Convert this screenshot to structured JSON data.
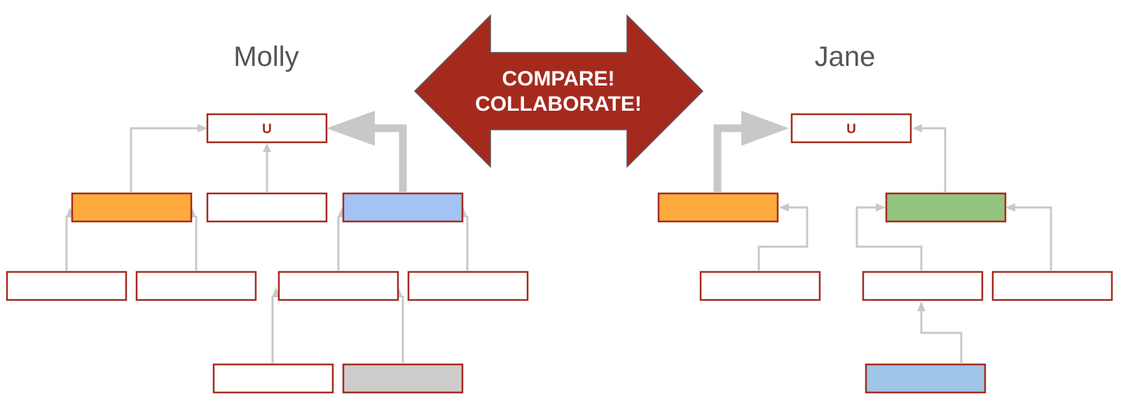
{
  "banner": {
    "line1": "COMPARE!",
    "line2": "COLLABORATE!"
  },
  "molly": {
    "name": "Molly",
    "root_label": "U"
  },
  "jane": {
    "name": "Jane",
    "root_label": "U"
  },
  "colors": {
    "accent": "#a52a1e",
    "orange": "#ffaa3c",
    "blue": "#a4c2f4",
    "green": "#93c47d",
    "gray": "#cccccc",
    "light_blue": "#9fc5e8",
    "connector": "#c8c8c8"
  }
}
